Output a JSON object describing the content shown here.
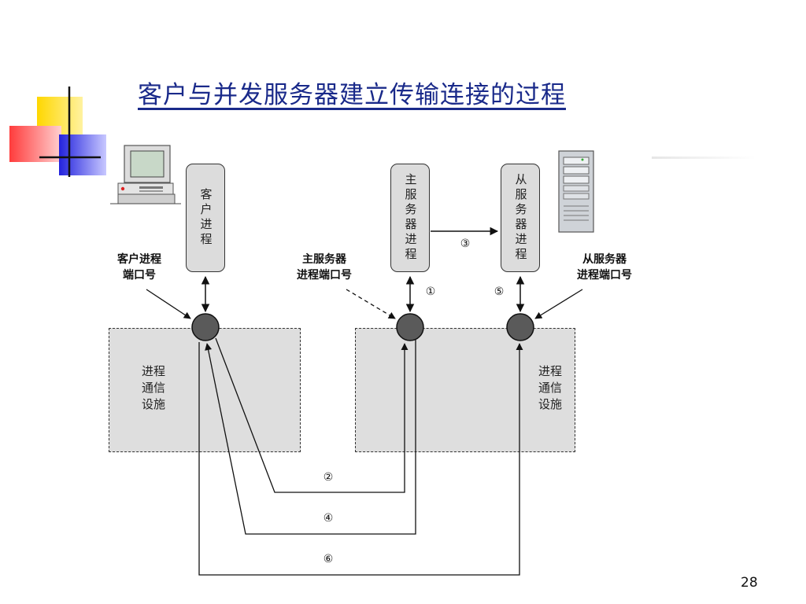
{
  "title": "客户与并发服务器建立传输连接的过程",
  "page_number": "28",
  "boxes": {
    "client_process": "客户进程",
    "master_process": "主服务器进程",
    "slave_process": "从服务器进程"
  },
  "labels": {
    "client_port": [
      "客户进程",
      "端口号"
    ],
    "master_port": [
      "主服务器",
      "进程端口号"
    ],
    "slave_port": [
      "从服务器",
      "进程端口号"
    ]
  },
  "facility_label": "进程通信设施",
  "facility_label_lines": [
    "进程",
    "通信",
    "设施"
  ],
  "steps": [
    "①",
    "②",
    "③",
    "④",
    "⑤",
    "⑥"
  ],
  "icons": {
    "decoration": "corner-squares-icon",
    "client": "desktop-computer-icon",
    "server": "server-tower-icon"
  }
}
